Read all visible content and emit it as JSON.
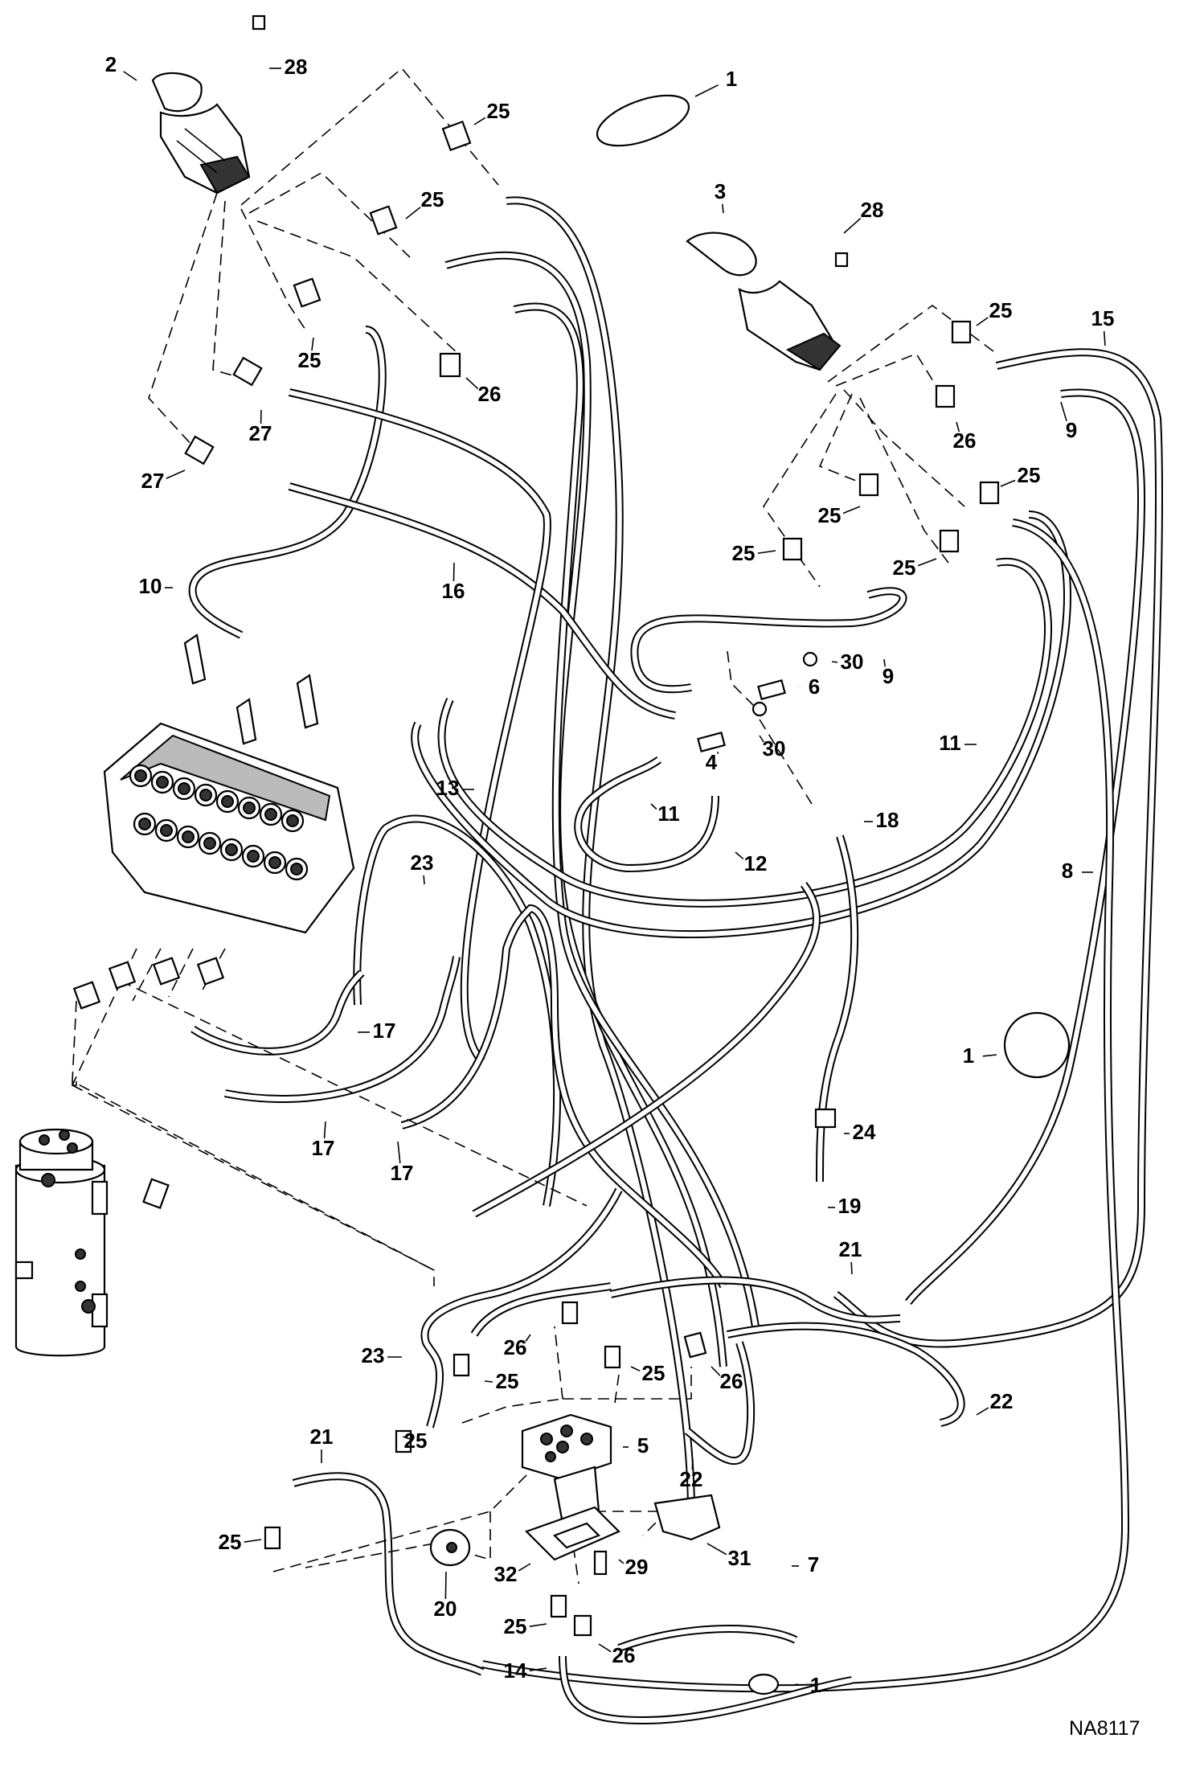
{
  "diagram_id": "NA8117",
  "callouts": [
    {
      "label": "1"
    },
    {
      "label": "1"
    },
    {
      "label": "1"
    },
    {
      "label": "2"
    },
    {
      "label": "3"
    },
    {
      "label": "4"
    },
    {
      "label": "5"
    },
    {
      "label": "6"
    },
    {
      "label": "7"
    },
    {
      "label": "8"
    },
    {
      "label": "9"
    },
    {
      "label": "9"
    },
    {
      "label": "10"
    },
    {
      "label": "11"
    },
    {
      "label": "11"
    },
    {
      "label": "12"
    },
    {
      "label": "13"
    },
    {
      "label": "14"
    },
    {
      "label": "15"
    },
    {
      "label": "16"
    },
    {
      "label": "17"
    },
    {
      "label": "17"
    },
    {
      "label": "17"
    },
    {
      "label": "18"
    },
    {
      "label": "19"
    },
    {
      "label": "20"
    },
    {
      "label": "21"
    },
    {
      "label": "21"
    },
    {
      "label": "22"
    },
    {
      "label": "22"
    },
    {
      "label": "23"
    },
    {
      "label": "23"
    },
    {
      "label": "24"
    },
    {
      "label": "25"
    },
    {
      "label": "25"
    },
    {
      "label": "25"
    },
    {
      "label": "25"
    },
    {
      "label": "25"
    },
    {
      "label": "25"
    },
    {
      "label": "25"
    },
    {
      "label": "25"
    },
    {
      "label": "25"
    },
    {
      "label": "25"
    },
    {
      "label": "25"
    },
    {
      "label": "25"
    },
    {
      "label": "25"
    },
    {
      "label": "26"
    },
    {
      "label": "26"
    },
    {
      "label": "26"
    },
    {
      "label": "26"
    },
    {
      "label": "26"
    },
    {
      "label": "27"
    },
    {
      "label": "27"
    },
    {
      "label": "28"
    },
    {
      "label": "28"
    },
    {
      "label": "29"
    },
    {
      "label": "30"
    },
    {
      "label": "30"
    },
    {
      "label": "31"
    },
    {
      "label": "32"
    }
  ]
}
